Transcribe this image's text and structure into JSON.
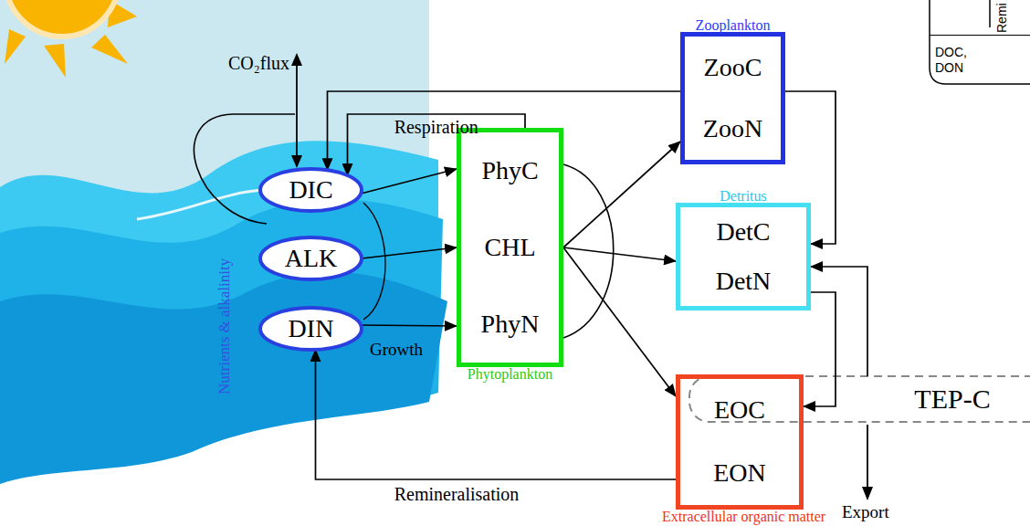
{
  "diagram": {
    "nodes": [
      {
        "text": [
          "DIC"
        ]
      },
      {
        "text": [
          "ALK"
        ]
      },
      {
        "text": [
          "DIN"
        ]
      },
      {
        "text": [
          "PhyC",
          "CHL",
          "PhyN",
          "Phytoplankton"
        ]
      },
      {
        "text": [
          "Zooplankton",
          "ZooC",
          "ZooN"
        ]
      },
      {
        "text": [
          "Detritus",
          "DetC",
          "DetN"
        ]
      },
      {
        "text": [
          "EOC",
          "EON",
          "Extracellular organic matter"
        ]
      },
      {
        "text": [
          "TEP-C"
        ]
      },
      {
        "text": [
          "DOC, DON"
        ]
      }
    ],
    "edges": [
      {
        "from": 0,
        "to": 3,
        "arrow": "to"
      },
      {
        "from": 1,
        "to": 3,
        "arrow": "to"
      },
      {
        "from": 2,
        "to": 3,
        "arrow": "to"
      },
      {
        "from": 3,
        "to": 0,
        "label": "Respiration",
        "arrow": "to"
      },
      {
        "from": 4,
        "to": 0,
        "arrow": "to"
      },
      {
        "from": 3,
        "to": 4,
        "arrow": "to"
      },
      {
        "from": 3,
        "to": 5,
        "arrow": "to"
      },
      {
        "from": 3,
        "to": 6,
        "arrow": "to"
      },
      {
        "from": 4,
        "to": 5,
        "arrow": "to"
      },
      {
        "from": 5,
        "to": 6,
        "arrow": "to"
      },
      {
        "from": 7,
        "to": 5,
        "arrow": "to"
      },
      {
        "from": 6,
        "to": 2,
        "label": "Remineralisation",
        "arrow": "to"
      }
    ],
    "labels": [
      "CO₂flux",
      "Growth",
      "Nutrients & alkalinity",
      "Export",
      "Remi"
    ]
  }
}
